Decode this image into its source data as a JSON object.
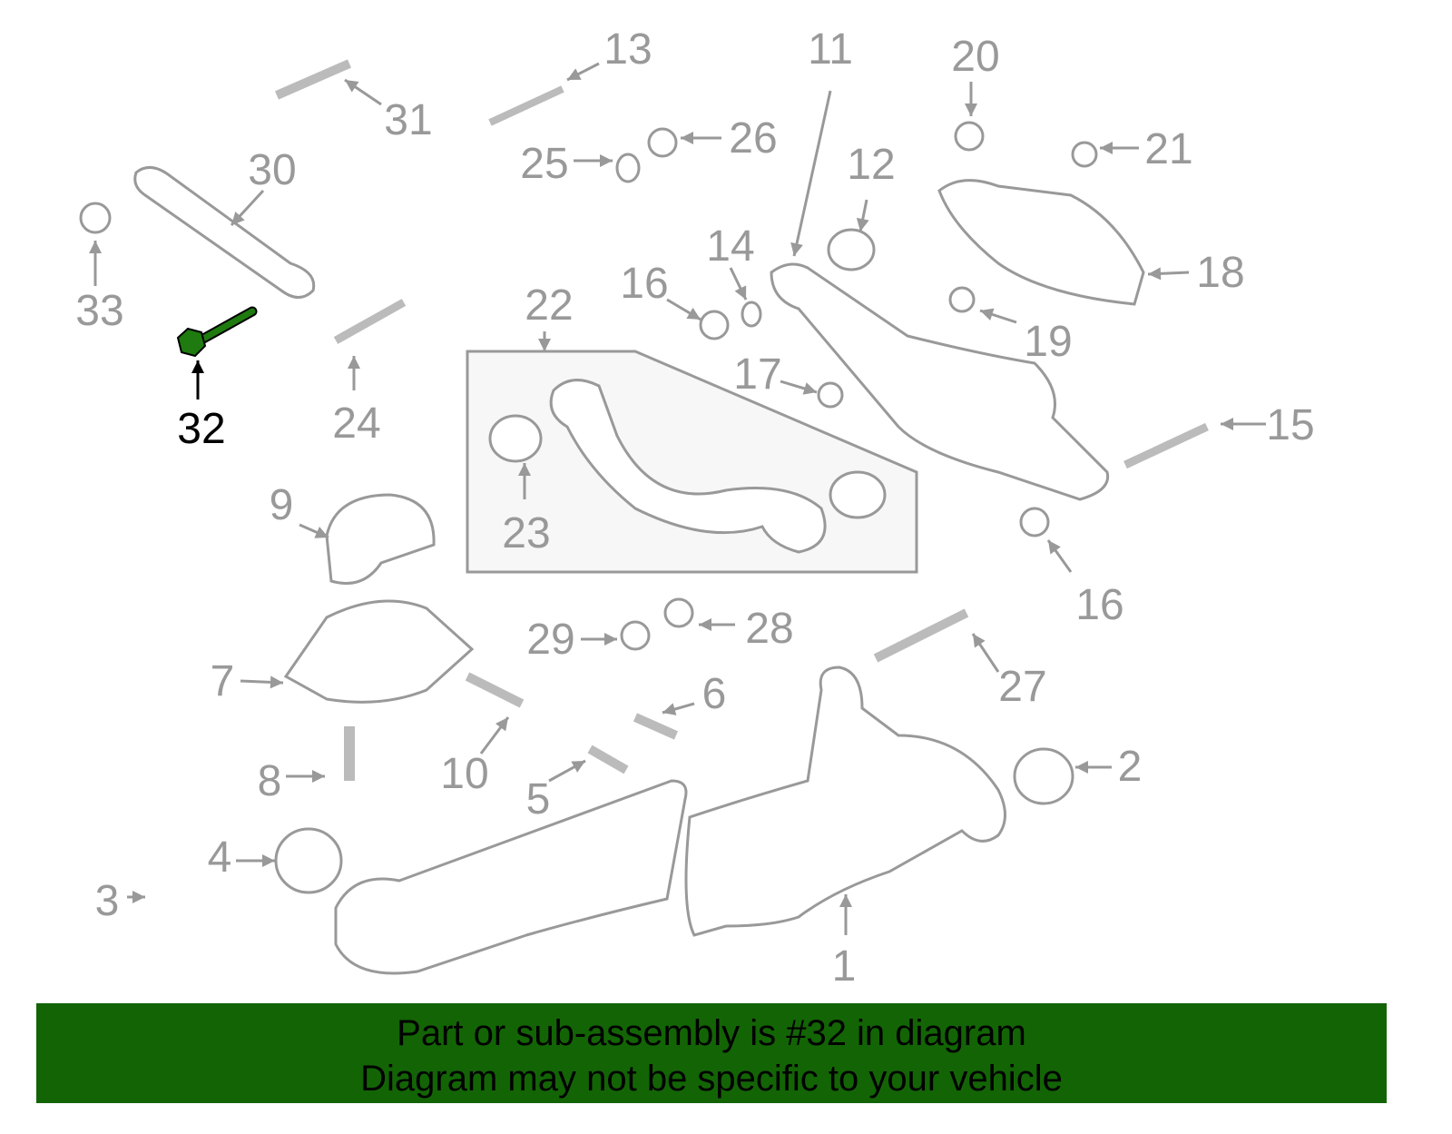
{
  "diagram": {
    "highlighted_part": "32",
    "highlight_color": "#1f7a10",
    "line_color": "#999999",
    "callouts": [
      "1",
      "2",
      "3",
      "4",
      "5",
      "6",
      "7",
      "8",
      "9",
      "10",
      "11",
      "12",
      "13",
      "14",
      "15",
      "16",
      "16",
      "17",
      "18",
      "19",
      "20",
      "21",
      "22",
      "23",
      "24",
      "25",
      "26",
      "27",
      "28",
      "29",
      "30",
      "31",
      "32",
      "33"
    ]
  },
  "banner": {
    "line1": "Part or sub-assembly is #32 in diagram",
    "line2": "Diagram may not be specific to your vehicle",
    "background": "#136405"
  }
}
